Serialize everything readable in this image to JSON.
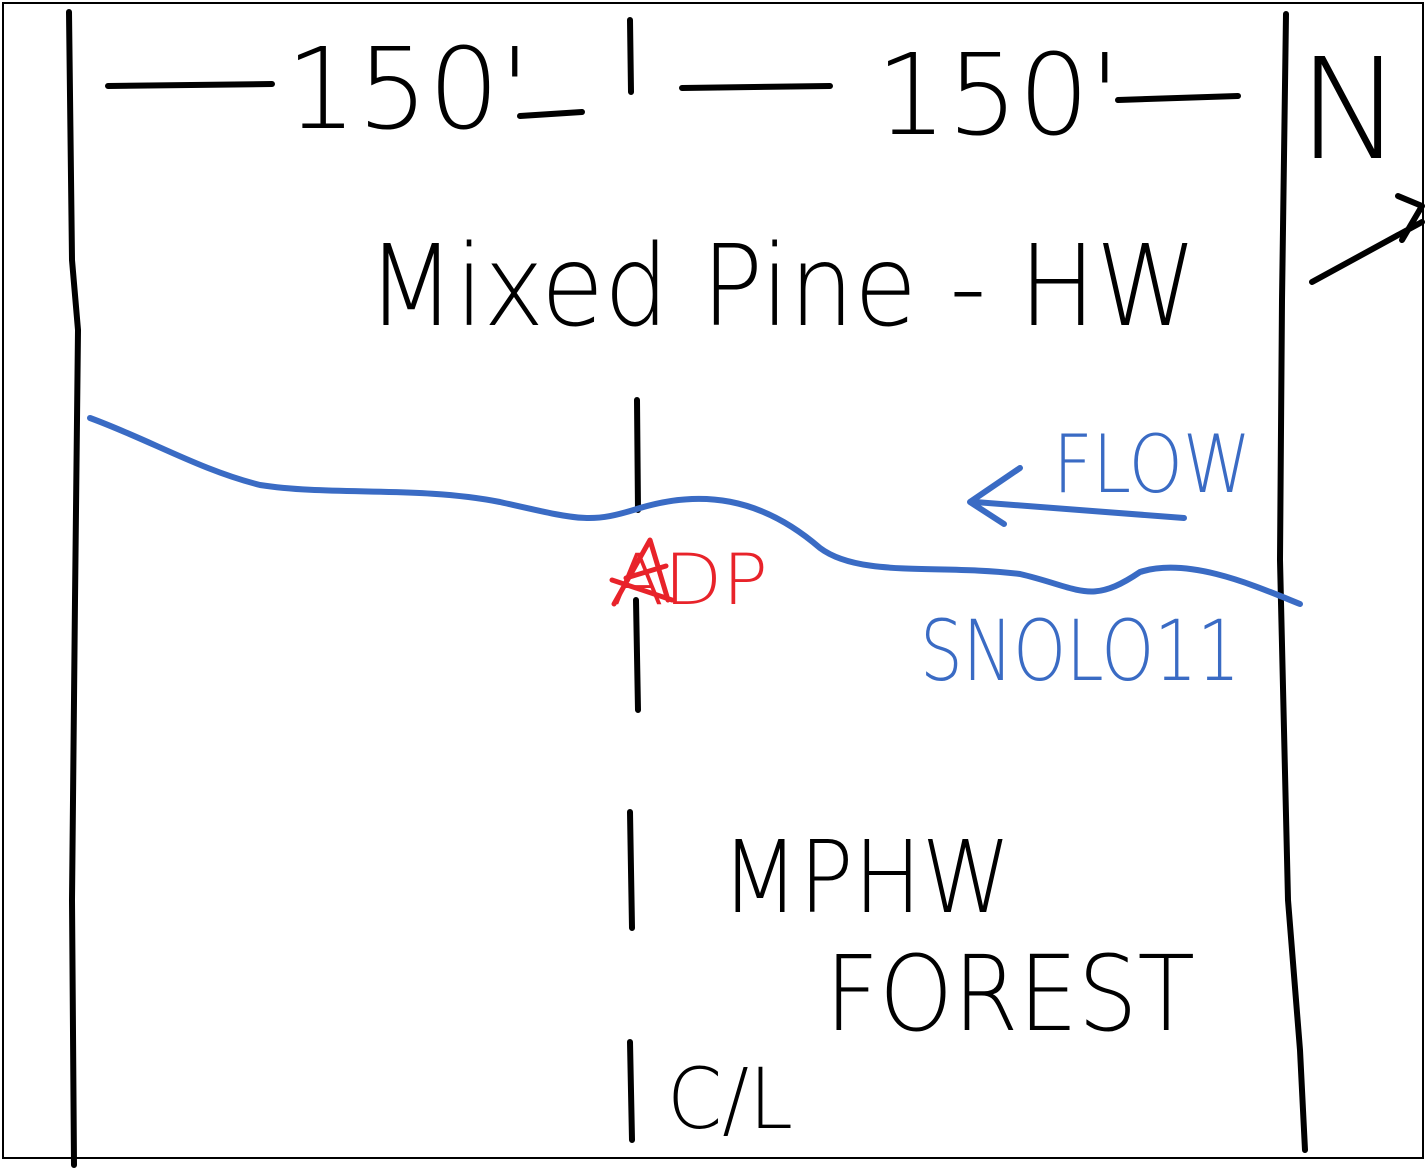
{
  "dimension_left": "150'",
  "dimension_right": "150'",
  "north_label": "N",
  "upper_area_label": "Mixed Pine - HW",
  "flow_label": "FLOW",
  "stream_id": "SNOLO11",
  "point_label": "ADP",
  "lower_area_label_line1": "MPHW",
  "lower_area_label_line2": "FOREST",
  "centerline_label": "C/L",
  "colors": {
    "ink": "#000000",
    "stream": "#3a6bc4",
    "point": "#e8232a",
    "background": "#ffffff"
  }
}
